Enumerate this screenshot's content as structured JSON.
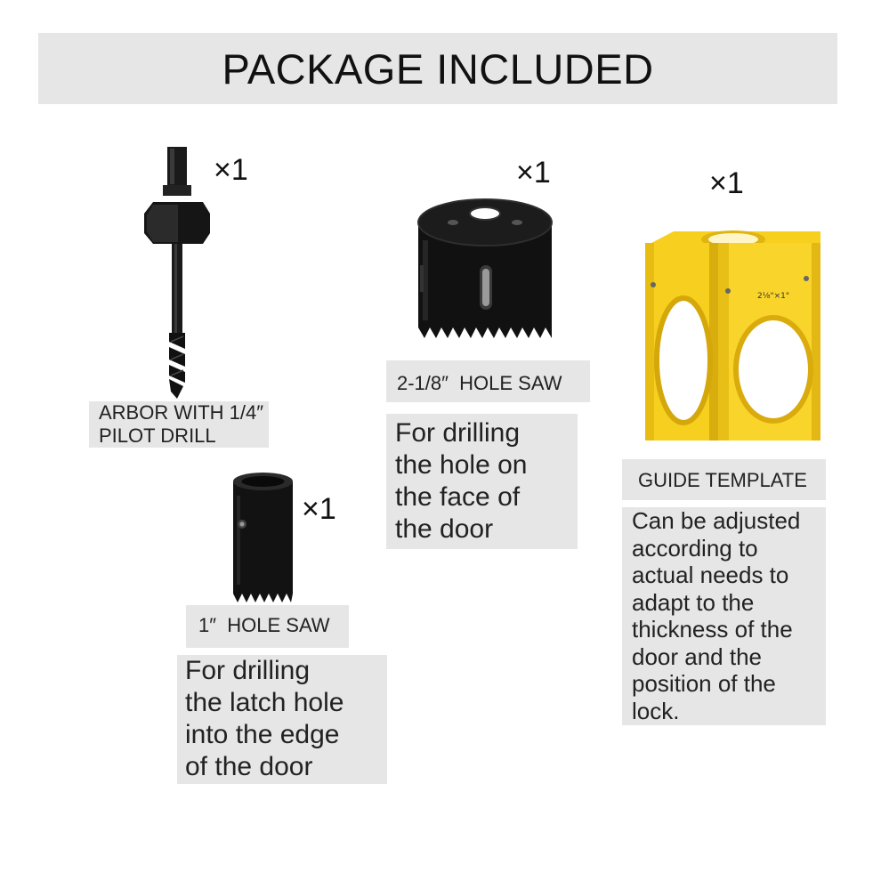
{
  "title": "PACKAGE INCLUDED",
  "items": [
    {
      "quantity": "×1",
      "label": "ARBOR WITH 1/4″\nPILOT DRILL",
      "icon": "arbor-drill-icon"
    },
    {
      "quantity": "×1",
      "label": "2-1/8″  HOLE SAW",
      "description": "For drilling\nthe hole on\nthe face of\nthe door",
      "icon": "large-hole-saw-icon"
    },
    {
      "quantity": "×1",
      "label": "GUIDE TEMPLATE",
      "description": "Can be adjusted\naccording to\nactual needs to\nadapt to the\nthickness of the\ndoor and the\nposition of the\nlock.",
      "icon": "guide-template-icon",
      "template_marking": "2⅛\"×1\"",
      "color": "#f7cf1f"
    },
    {
      "quantity": "×1",
      "label": "1″  HOLE SAW",
      "description": "For drilling\nthe latch hole\ninto the edge\nof the door",
      "icon": "small-hole-saw-icon"
    }
  ]
}
